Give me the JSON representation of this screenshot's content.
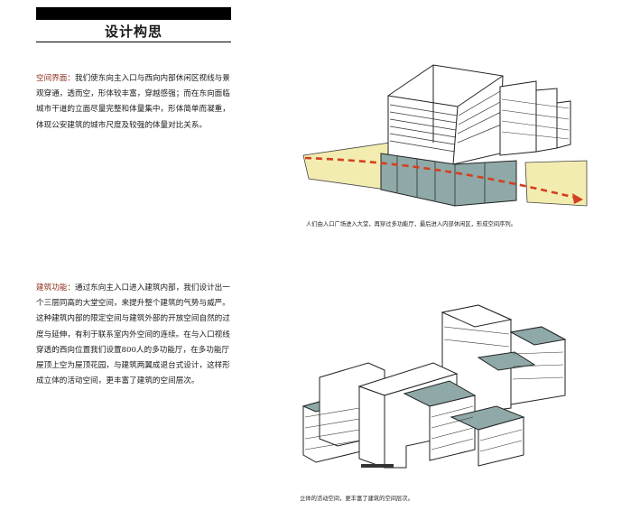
{
  "header": {
    "title": "设计构思"
  },
  "section1": {
    "lead": "空间界面：",
    "body": "我们使东向主入口与西向内部休闲区视线与景观穿通，透而空，形体较丰富，穿越感强；而在东向面临城市干道的立面尽量完整和体量集中，形体简单而凝重，体现公安建筑的城市尺度及较强的体量对比关系。",
    "caption": "人们由入口广场进入大堂，再穿过多功能厅，最后进入内部休闲区，形成空间序列。"
  },
  "section2": {
    "lead": "建筑功能：",
    "body": "通过东向主入口进入建筑内部，我们设计出一个三层同高的大堂空间，来提升整个建筑的气势与威严。这种建筑内部的限定空间与建筑外部的开放空间自然的过度与延伸，有利于联系室内外空间的连续。在与入口视线穿透的西向位置我们设置800人的多功能厅，在多功能厅屋顶上空为屋顶花园，与建筑两翼成退台式设计，这样形成立体的活动空间，更丰富了建筑的空间层次。",
    "caption": "立体的活动空间，更丰富了建筑的空间层次。"
  },
  "colors": {
    "ground": "#f3ecb0",
    "glass": "#8fa9a8",
    "arrow": "#d2401f",
    "lead": "#8c2f1f"
  }
}
